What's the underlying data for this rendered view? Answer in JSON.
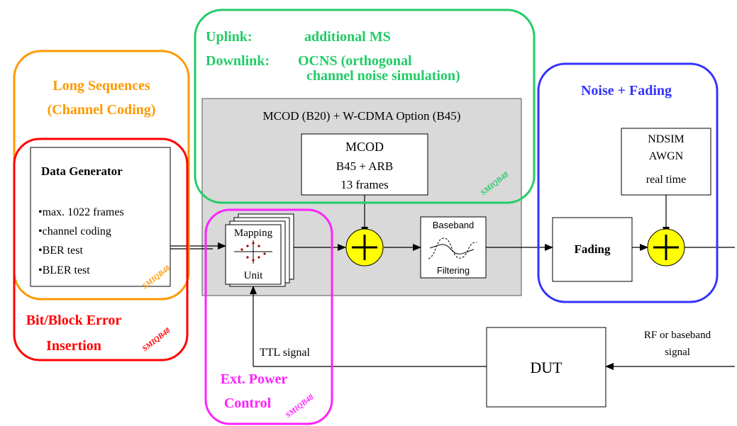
{
  "colors": {
    "orange": "#ff9900",
    "red": "#ff0000",
    "green": "#22cc66",
    "blue": "#3333ff",
    "magenta": "#ff22ff",
    "gray_box": "#d9d9d9",
    "adder_fill": "#ffff00"
  },
  "orange_group": {
    "line1": "Long Sequences",
    "line2": "(Channel Coding)"
  },
  "red_group": {
    "line1": "Bit/Block Error",
    "line2": "Insertion"
  },
  "green_group": {
    "uplink_label": "Uplink:",
    "uplink_value": "additional MS",
    "downlink_label": "Downlink:",
    "downlink_value1": "OCNS (orthogonal",
    "downlink_value2": "channel noise simulation)"
  },
  "blue_group": {
    "title": "Noise + Fading"
  },
  "magenta_group": {
    "line1": "Ext. Power",
    "line2": "Control"
  },
  "gray_panel": {
    "title": "MCOD (B20) + W-CDMA Option (B45)"
  },
  "data_generator": {
    "title": "Data Generator",
    "items": [
      "•max. 1022 frames",
      "•channel coding",
      "•BER test",
      "•BLER test"
    ]
  },
  "mcod_box": {
    "line1": "MCOD",
    "line2": "B45 + ARB",
    "line3": "13 frames"
  },
  "mapping_unit": {
    "line1": "Mapping",
    "line2": "Unit"
  },
  "baseband_filter": {
    "line1": "Baseband",
    "line2": "Filtering"
  },
  "ndsim_box": {
    "line1": "NDSIM",
    "line2": "AWGN",
    "line3": "real time"
  },
  "fading_box": {
    "label": "Fading"
  },
  "dut_box": {
    "label": "DUT"
  },
  "signal_labels": {
    "ttl": "TTL signal",
    "rf1": "RF or baseband",
    "rf2": "signal"
  },
  "stamps": {
    "smiq_b48": "SMIQB48"
  }
}
